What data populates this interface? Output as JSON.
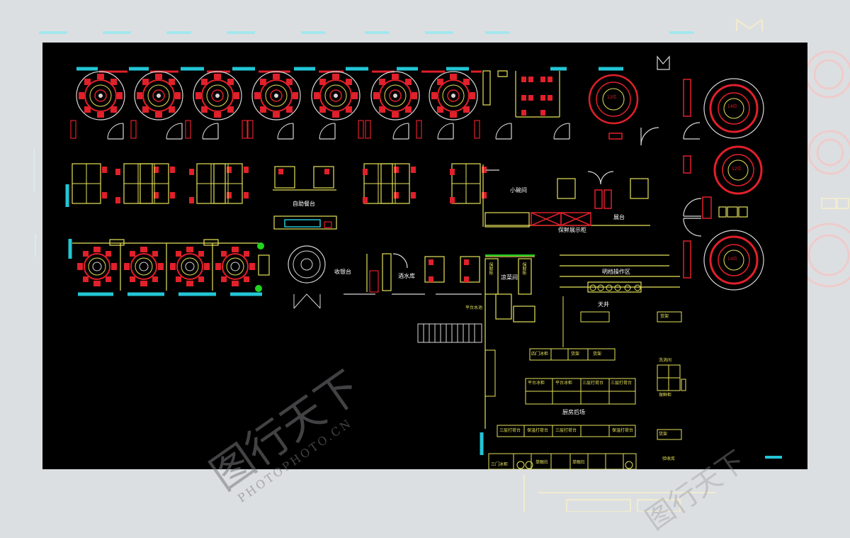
{
  "labels": {
    "xiao_wan_jian": "小碗间",
    "zi_zhu_can_tai": "自助餐台",
    "zhan_tai": "展台",
    "bao_xian_zhan_shi_gui": "保鲜展示柜",
    "ming_dang_cao_zuo_qu": "明档操作区",
    "shou_yin_tai": "收银台",
    "jiu_shui_ku": "酒水库",
    "liang_cai_jian": "凉菜间",
    "tian_jing": "天井",
    "chu_fang_hou_chang": "厨房后场",
    "ping_tai_shui_chi": "平台水池",
    "yan_xiao_du": "洗消间",
    "bao_xian_ji": "保鲜柜",
    "ping_tai_bing_gui": "平台冰柜",
    "san_ceng_da_he_tai": "三层打荷台",
    "bao_wen_da_he_tai": "保温打荷台",
    "si_men_bing_gui": "四门冰柜",
    "huo_jia": "货架",
    "dan_ping_lu": "单眼灶",
    "san_men_bing_gui": "三门冰柜",
    "jian_huo_chu": "验收库",
    "room_12": "12位",
    "room_14": "14位"
  },
  "watermark": {
    "logo_text": "图行天下",
    "site": "PHOTOPHOTO.CN"
  },
  "colors": {
    "background": "#000000",
    "wall": "#e6e25a",
    "furniture_red": "#e0202a",
    "cyan_window": "#22c6d6",
    "green_light": "#1fd51f",
    "white_line": "#d8d8d8"
  }
}
